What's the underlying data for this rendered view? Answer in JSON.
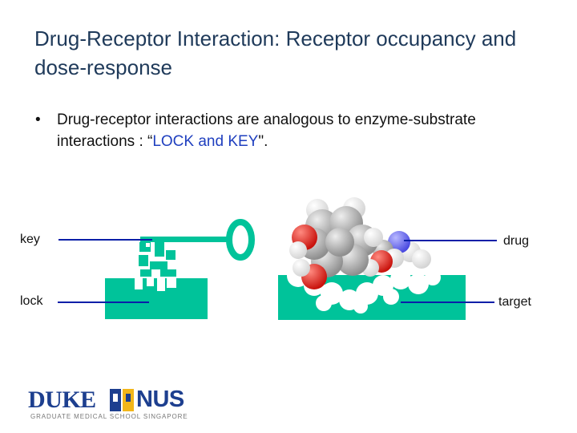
{
  "slide": {
    "title": "Drug-Receptor Interaction: Receptor occupancy and dose-response",
    "bullet_mark": "•",
    "bullet_prefix": "Drug-receptor interactions are analogous to enzyme-substrate interactions : “",
    "bullet_highlight": "LOCK and KEY",
    "bullet_suffix": "\"."
  },
  "diagram": {
    "labels": {
      "key": "key",
      "lock": "lock",
      "drug": "drug",
      "target": "target"
    },
    "colors": {
      "teal": "#00c39a",
      "pointer_line": "#0a1fa8",
      "oxygen": "#e8201a",
      "carbon": "#b8b8b8",
      "hydrogen": "#ffffff",
      "nitrogen": "#6b6bff"
    }
  },
  "logo": {
    "duke": "DUKE",
    "nus": "NUS",
    "subtitle": "GRADUATE MEDICAL SCHOOL SINGAPORE"
  }
}
